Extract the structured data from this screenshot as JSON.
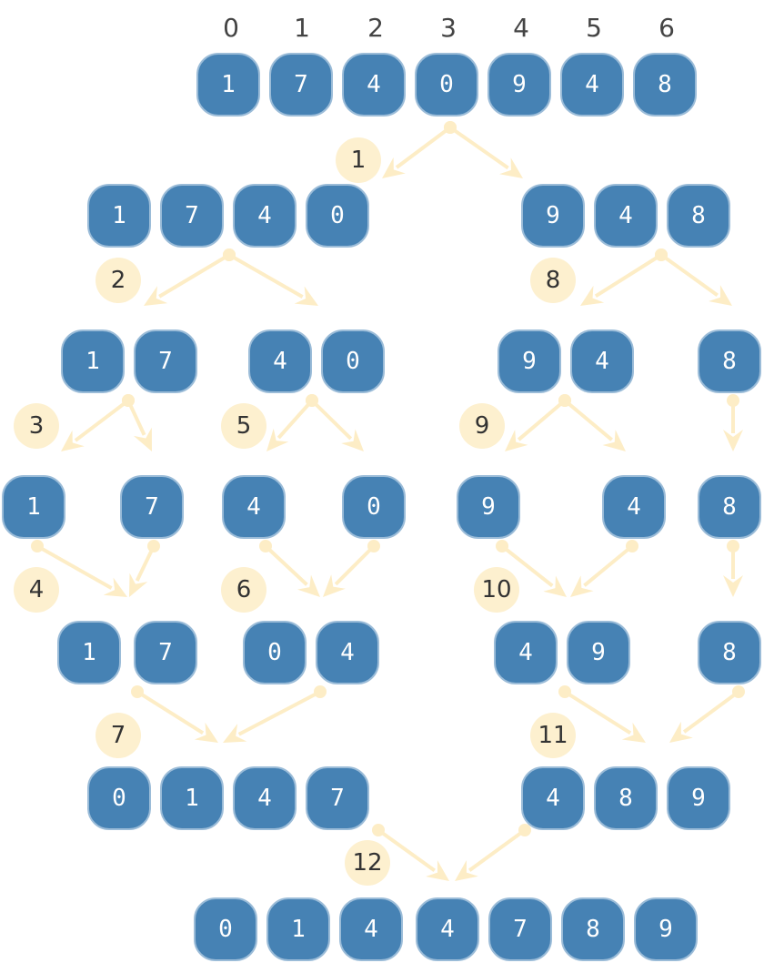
{
  "title": "Merge sort diagram",
  "colors": {
    "box_fill": "#4682b4",
    "box_border": "#9bbcd8",
    "arrow": "#fdedc6",
    "step_fill": "#fdf0cf",
    "text": "#444444"
  },
  "indices": [
    "0",
    "1",
    "2",
    "3",
    "4",
    "5",
    "6"
  ],
  "rows": [
    {
      "groups": [
        [
          "1",
          "7",
          "4",
          "0",
          "9",
          "4",
          "8"
        ]
      ]
    },
    {
      "groups": [
        [
          "1",
          "7",
          "4",
          "0"
        ],
        [
          "9",
          "4",
          "8"
        ]
      ]
    },
    {
      "groups": [
        [
          "1",
          "7"
        ],
        [
          "4",
          "0"
        ],
        [
          "9",
          "4"
        ],
        [
          "8"
        ]
      ]
    },
    {
      "groups": [
        [
          "1"
        ],
        [
          "7"
        ],
        [
          "4"
        ],
        [
          "0"
        ],
        [
          "9"
        ],
        [
          "4"
        ],
        [
          "8"
        ]
      ]
    },
    {
      "groups": [
        [
          "1",
          "7"
        ],
        [
          "0",
          "4"
        ],
        [
          "4",
          "9"
        ],
        [
          "8"
        ]
      ]
    },
    {
      "groups": [
        [
          "0",
          "1",
          "4",
          "7"
        ],
        [
          "4",
          "8",
          "9"
        ]
      ]
    },
    {
      "groups": [
        [
          "0",
          "1",
          "4",
          "4",
          "7",
          "8",
          "9"
        ]
      ]
    }
  ],
  "steps": [
    "1",
    "2",
    "3",
    "4",
    "5",
    "6",
    "7",
    "8",
    "9",
    "10",
    "11",
    "12"
  ]
}
